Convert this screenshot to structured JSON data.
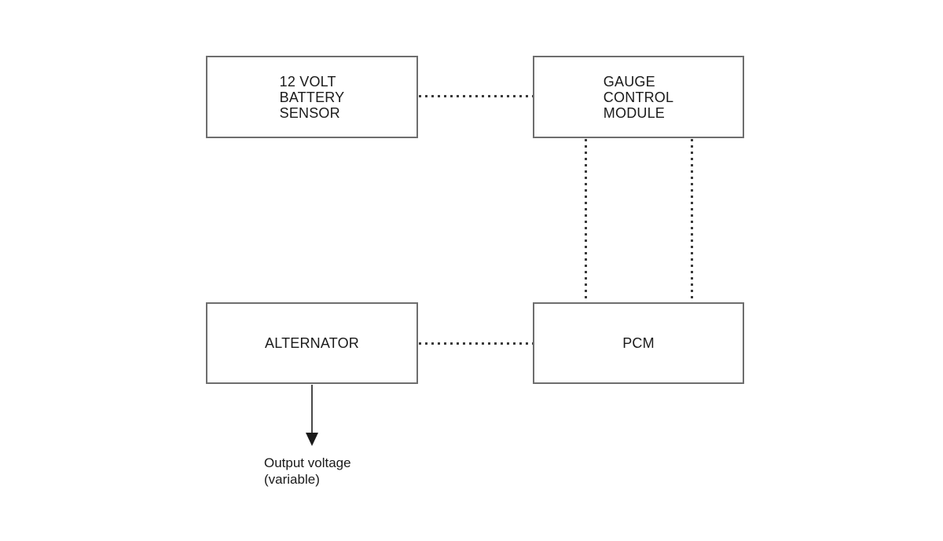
{
  "diagram": {
    "colors": {
      "background": "#ffffff",
      "box_border": "#6e6e6e",
      "text": "#1a1a1a",
      "dotted_line": "#3a3a3a",
      "arrow": "#1a1a1a"
    },
    "nodes": {
      "battery_sensor": {
        "lines": [
          "12 VOLT",
          "BATTERY",
          "SENSOR"
        ]
      },
      "gauge_control_module": {
        "lines": [
          "GAUGE",
          "CONTROL",
          "MODULE"
        ]
      },
      "alternator": {
        "label": "ALTERNATOR"
      },
      "pcm": {
        "label": "PCM"
      }
    },
    "connectors": [
      {
        "from": "battery_sensor",
        "to": "gauge_control_module",
        "style": "dotted",
        "orientation": "horizontal"
      },
      {
        "from": "alternator",
        "to": "pcm",
        "style": "dotted",
        "orientation": "horizontal"
      },
      {
        "from": "gauge_control_module",
        "to": "pcm",
        "style": "dotted",
        "orientation": "vertical"
      },
      {
        "from": "gauge_control_module",
        "to": "pcm",
        "style": "dotted",
        "orientation": "vertical"
      },
      {
        "from": "alternator",
        "to": "output_voltage_label",
        "style": "solid-arrow",
        "orientation": "vertical"
      }
    ],
    "annotation": {
      "line1": "Output voltage",
      "line2": "(variable)"
    }
  }
}
